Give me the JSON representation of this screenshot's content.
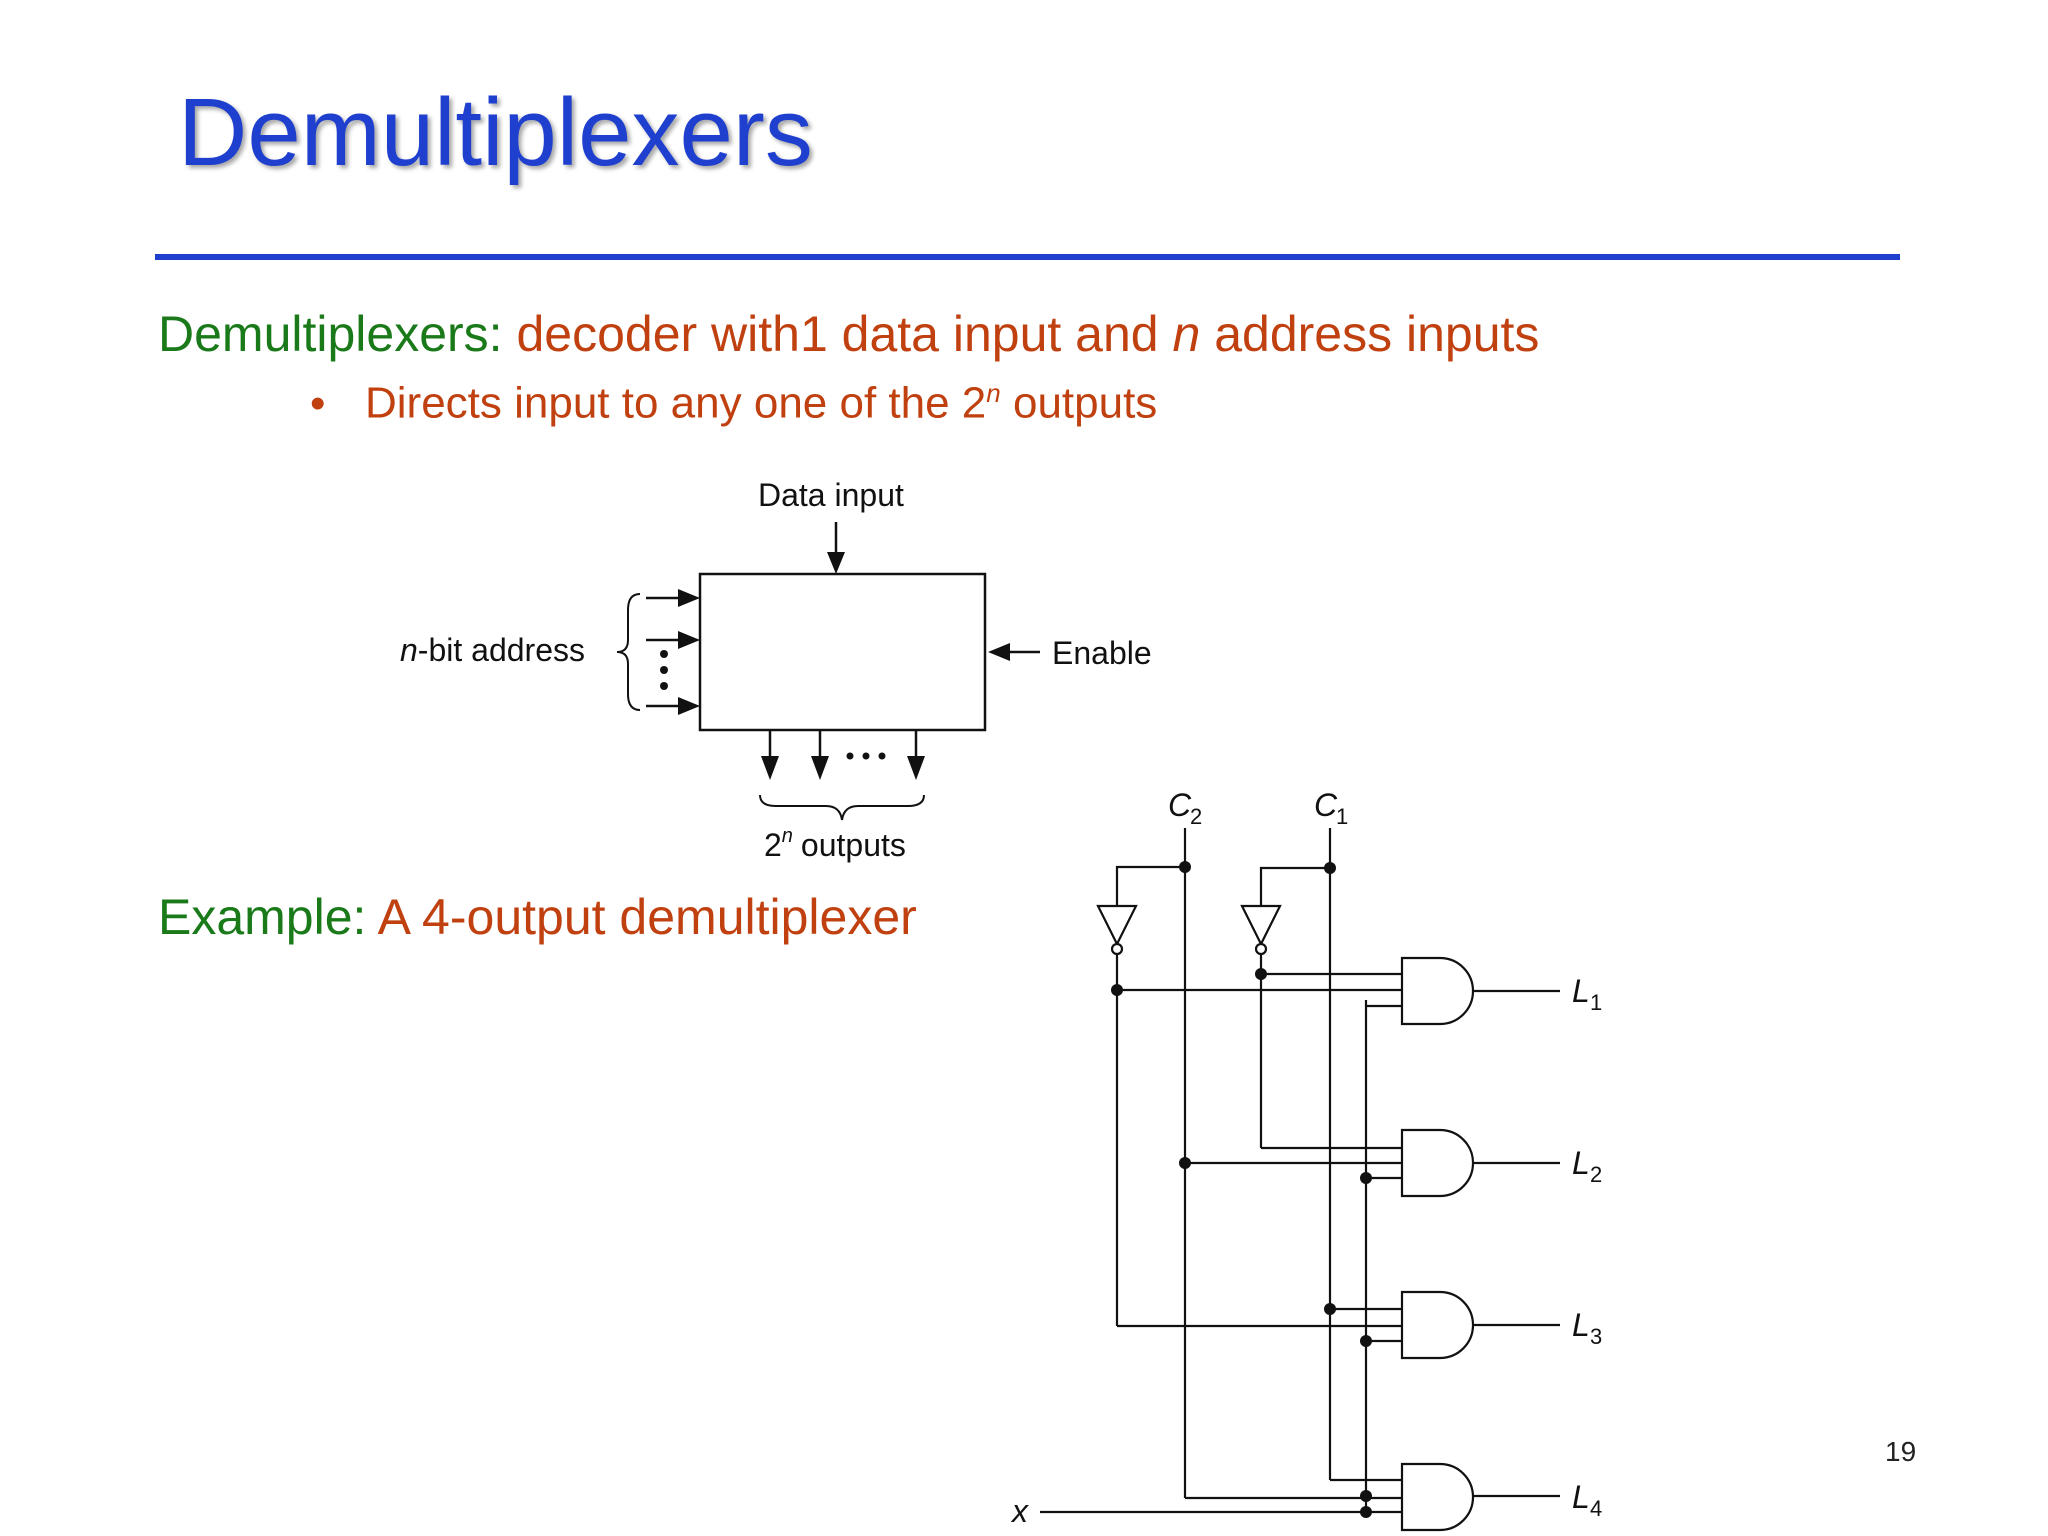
{
  "slide": {
    "title": "Demultiplexers",
    "line1_label": "Demultiplexers:",
    "line1_text_a": "decoder with1 data input and",
    "line1_text_n": "n",
    "line1_text_b": "address inputs",
    "bullet_dot": "•",
    "bullet_text_a": "Directs input to any one of the 2",
    "bullet_text_sup": "n",
    "bullet_text_b": "outputs",
    "line2_label": "Example:",
    "line2_text": "A 4-output demultiplexer",
    "page_number": "19"
  },
  "block_diagram": {
    "data_input_label": "Data input",
    "address_label_n": "n",
    "address_label_rest": "-bit address",
    "enable_label": "Enable",
    "outputs_label_base": "2",
    "outputs_label_sup": "n",
    "outputs_label_rest": "outputs"
  },
  "circuit": {
    "c2_letter": "C",
    "c2_sub": "2",
    "c1_letter": "C",
    "c1_sub": "1",
    "x_label": "x",
    "outputs": [
      {
        "letter": "L",
        "sub": "1"
      },
      {
        "letter": "L",
        "sub": "2"
      },
      {
        "letter": "L",
        "sub": "3"
      },
      {
        "letter": "L",
        "sub": "4"
      }
    ]
  }
}
